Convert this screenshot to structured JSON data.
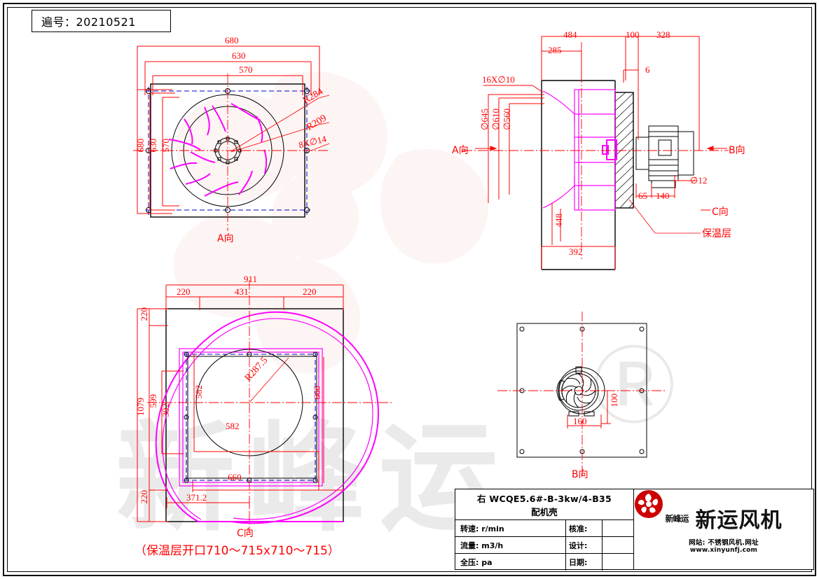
{
  "sheet": {
    "id_label": "遍号：20210521"
  },
  "views": {
    "top_left": {
      "view_label": "A向",
      "dims_top": [
        "680",
        "630",
        "570"
      ],
      "dims_left": [
        "680",
        "630",
        "570"
      ],
      "radii": [
        "R284",
        "R209"
      ],
      "hole_note": "8X∅14"
    },
    "top_right": {
      "view_label_left": "A向",
      "view_label_right_b": "B向",
      "view_label_right_c": "C向",
      "dims_top": [
        "484",
        "100",
        "328",
        "285",
        "6"
      ],
      "dims_left": [
        "16X∅10",
        "∅645",
        "∅610",
        "∅560"
      ],
      "dims_bottom": [
        "448",
        "392"
      ],
      "motor_dims": [
        "65",
        "140",
        "∅12"
      ],
      "leader_note": "保温层"
    },
    "bottom_left": {
      "view_label": "C向",
      "dims_top": [
        "911",
        "220",
        "431",
        "220"
      ],
      "dims_left": [
        "1079",
        "599",
        "392",
        "220",
        "220"
      ],
      "dims_inner": [
        "582",
        "582",
        "660",
        "660",
        "371.2"
      ],
      "radius": "R287.5"
    },
    "bottom_right": {
      "view_label": "B向",
      "dims": [
        "160",
        "100"
      ]
    }
  },
  "note_bottom": "（保温层开口710～715x710～715）",
  "title_block": {
    "model_line1": "右  WCQE5.6#-B-3kw/4-B35",
    "model_line2": "配机壳",
    "rows": [
      {
        "label": "转速: r/min",
        "label2": "核准:",
        "value": "",
        "value2": ""
      },
      {
        "label": "流量: m3/h",
        "label2": "设计:",
        "value": "",
        "value2": ""
      },
      {
        "label": "全压: pa",
        "label2": "日期:",
        "value": "",
        "value2": ""
      }
    ],
    "brand_mark_text": "新峰运",
    "brand_name": "新运风机",
    "web_line1": "网站: 不锈钢风机.网址",
    "web_line2": "www.xinyunfj.com"
  },
  "colors": {
    "dimension": "#ff0000",
    "outline": "#000000",
    "impeller": "#ff00ff",
    "hidden": "#0000cc",
    "brand": "#cc0000"
  }
}
